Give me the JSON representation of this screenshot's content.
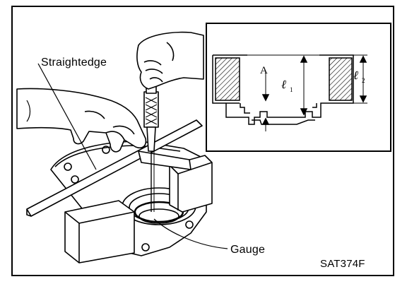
{
  "labels": {
    "straightedge": "Straightedge",
    "gauge": "Gauge",
    "figure_code": "SAT374F"
  },
  "inset": {
    "dimension_a": "A",
    "dimension_l1": "ℓ",
    "dimension_l1_sub": "1",
    "dimension_l2": "ℓ",
    "dimension_l2_sub": "2"
  },
  "colors": {
    "ink": "#000000",
    "paper": "#ffffff"
  }
}
